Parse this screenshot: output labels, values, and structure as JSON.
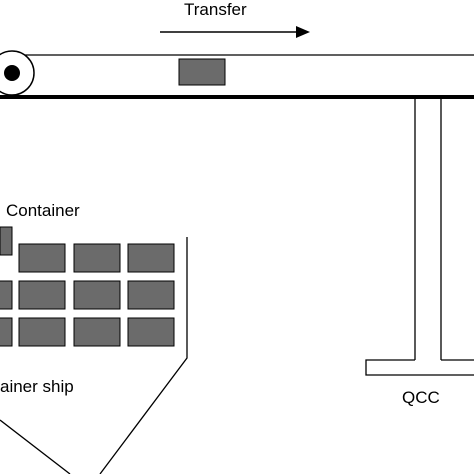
{
  "labels": {
    "transfer": "Transfer",
    "container": "Container",
    "ship": "ainer ship",
    "crane": "QCC"
  },
  "colors": {
    "container_fill": "#6b6b6b",
    "stroke": "#000000",
    "background": "#ffffff"
  },
  "icons": {
    "transfer_direction": "arrow-right-icon",
    "conveyor_roller": "roller-wheel-icon"
  },
  "ship_stack": {
    "rows": 3,
    "columns": 4,
    "loose_containers": 1
  }
}
